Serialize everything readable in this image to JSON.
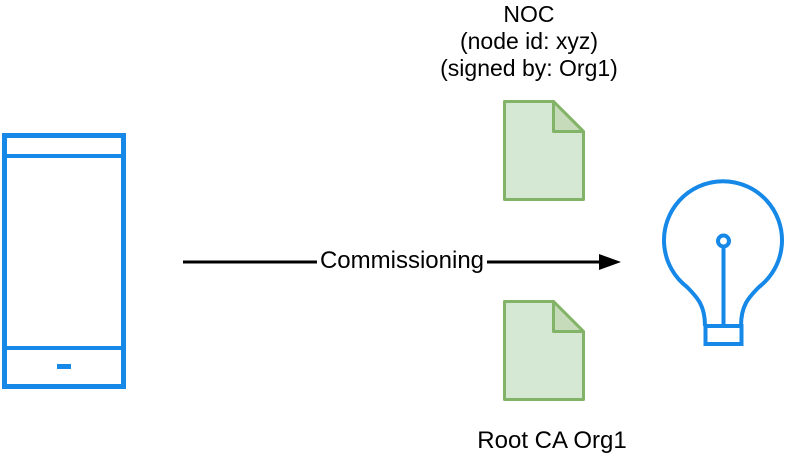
{
  "colors": {
    "device_blue": "#1588E8",
    "arrow_black": "#000000",
    "cert_fill": "#d5e8d4",
    "cert_fold_fill": "#c5dbba",
    "cert_stroke": "#82b366",
    "text_black": "#000000",
    "background": "#ffffff"
  },
  "labels": {
    "noc": {
      "line1": "NOC",
      "line2": "(node id: xyz)",
      "line3": "(signed by: Org1)"
    },
    "arrow": "Commissioning",
    "root_ca": "Root CA Org1"
  },
  "icons": {
    "commissioner": "smartphone-icon",
    "commissionee": "lightbulb-icon",
    "noc_certificate": "document-icon",
    "root_ca_certificate": "document-icon"
  }
}
